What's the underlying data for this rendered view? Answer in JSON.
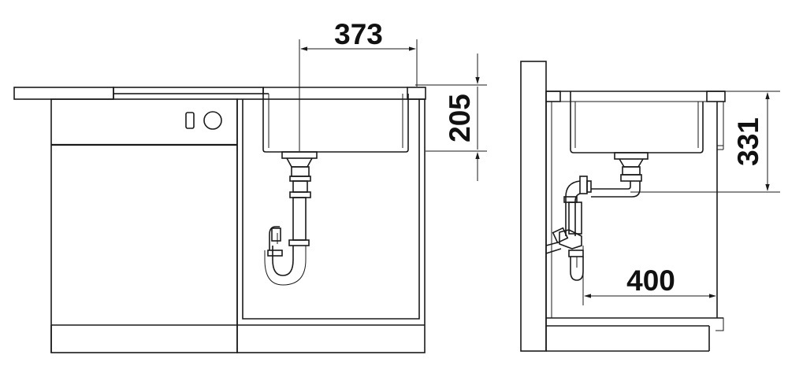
{
  "dimensions": {
    "bowl_width": "373",
    "bowl_depth": "205",
    "drain_height": "331",
    "drain_offset": "400"
  },
  "colors": {
    "stroke": "#1a1a1a",
    "background": "#ffffff"
  },
  "icons": {
    "dishwasher_controls": "button-and-dial-icon"
  }
}
